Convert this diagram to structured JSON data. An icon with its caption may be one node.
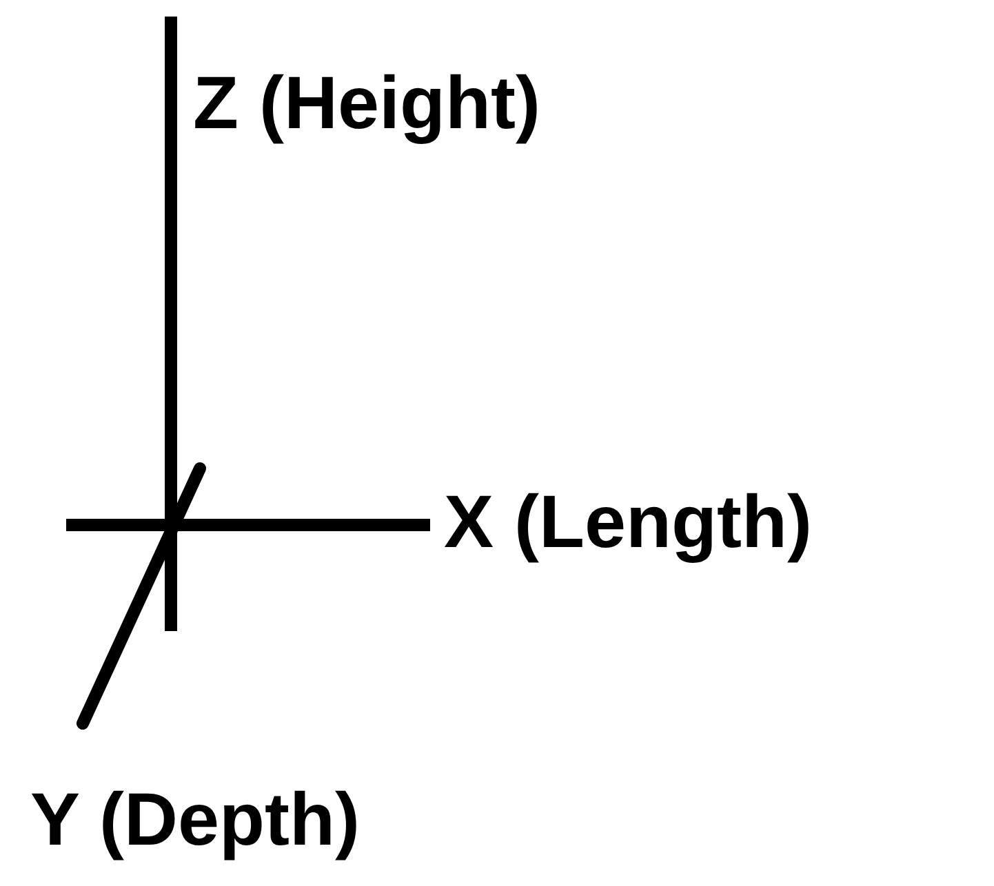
{
  "diagram": {
    "labels": [
      "Z (Height)",
      "X (Length)",
      "Y (Depth)"
    ]
  }
}
